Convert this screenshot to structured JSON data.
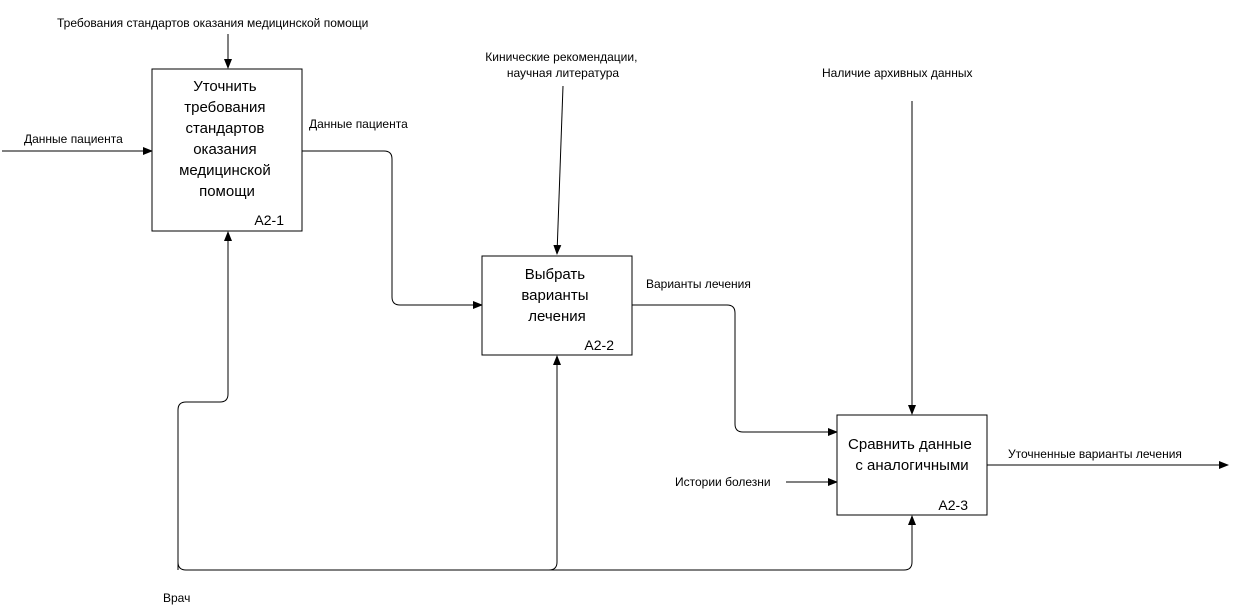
{
  "boxes": {
    "a1": {
      "title_lines": [
        "Уточнить",
        "требования",
        "стандартов",
        "оказания",
        "медицинской",
        "помощи"
      ],
      "id": "A2-1"
    },
    "a2": {
      "title_lines": [
        "Выбрать",
        "варианты",
        "лечения"
      ],
      "id": "A2-2"
    },
    "a3": {
      "title_lines": [
        "Сравнить данные",
        "с аналогичными"
      ],
      "id": "A2-3"
    }
  },
  "labels": {
    "control_a1": "Требования стандартов оказания медицинской помощи",
    "input_a1": "Данные пациента",
    "output_a1": "Данные пациента",
    "control_a2_lines": [
      "Кинические рекомендации,",
      "научная литература"
    ],
    "output_a2": "Варианты лечения",
    "control_a3": "Наличие архивных данных",
    "input_a3": "Истории болезни",
    "output_a3": "Уточненные варианты лечения",
    "mechanism": "Врач"
  }
}
